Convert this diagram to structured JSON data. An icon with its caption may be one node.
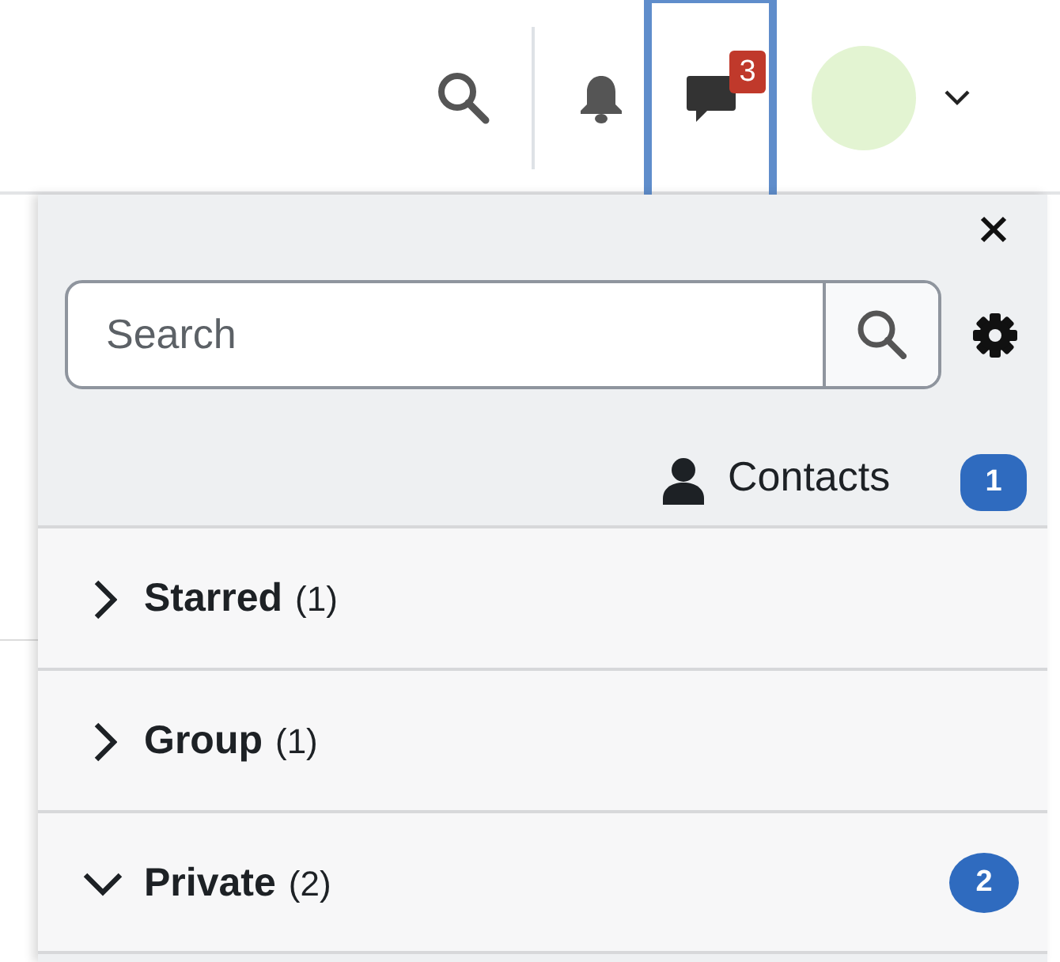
{
  "diagram": {
    "nodes": [
      {
        "text": [
          "3"
        ]
      },
      {
        "text": [
          "Search"
        ]
      },
      {
        "text": [
          "1"
        ]
      },
      {
        "text": [
          "Starred",
          "(1)"
        ]
      },
      {
        "text": [
          "Group",
          "(1)"
        ]
      },
      {
        "text": [
          "Private",
          "(2)"
        ]
      },
      {
        "text": [
          "2"
        ],
        "in": 5
      }
    ],
    "labels": [
      "Contacts"
    ]
  }
}
